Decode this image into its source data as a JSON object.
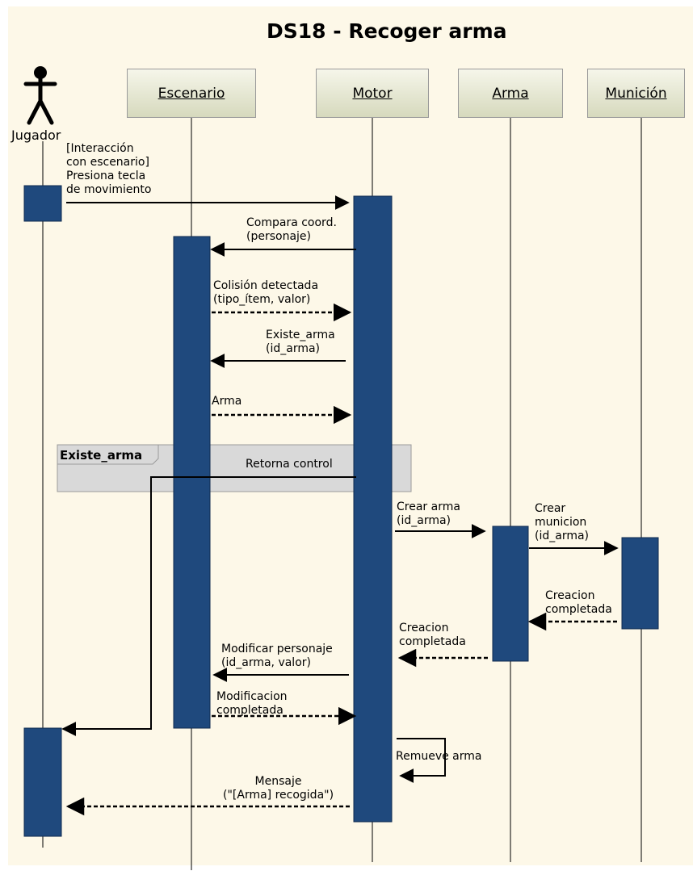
{
  "title": "DS18 - Recoger arma",
  "actor": {
    "name": "Jugador"
  },
  "lifelines": {
    "escenario": "Escenario",
    "motor": "Motor",
    "arma": "Arma",
    "municion": "Munición"
  },
  "fragment": {
    "title": "Existe_arma",
    "message": "Retorna control"
  },
  "messages": {
    "m1": "[Interacción\ncon escenario]\nPresiona tecla\nde movimiento",
    "m2": "Compara coord.\n(personaje)",
    "m3": "Colisión detectada\n(tipo_ítem, valor)",
    "m4": "Existe_arma\n(id_arma)",
    "m5": "Arma",
    "m6": "Crear arma\n(id_arma)",
    "m7": "Crear\nmunicion\n(id_arma)",
    "m8": "Creacion\ncompletada",
    "m9": "Creacion\ncompletada",
    "m10": "Modificar personaje\n(id_arma, valor)",
    "m11": "Modificacion\ncompletada",
    "m12": "Remueve arma",
    "m13": "Mensaje\n(\"[Arma] recogida\")"
  },
  "colors": {
    "activation": "#1f497d",
    "background": "#fdf8e8",
    "fragment": "#d9d9d9"
  }
}
